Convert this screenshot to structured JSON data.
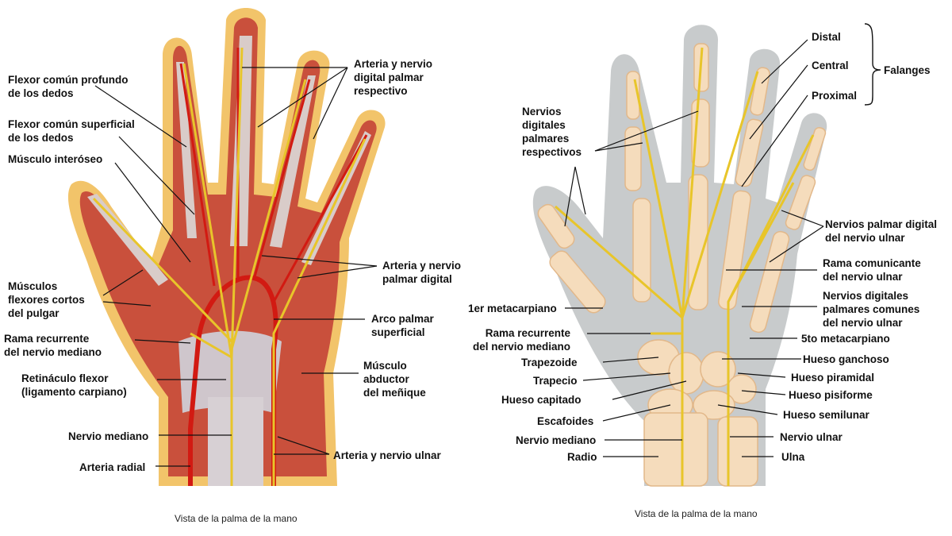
{
  "left_panel": {
    "caption": "Vista de la palma de la mano",
    "labels": {
      "flexor_profundo": "Flexor común profundo\nde los dedos",
      "flexor_superficial": "Flexor común superficial\nde los dedos",
      "interoseo": "Músculo interóseo",
      "flexores_cortos": "Músculos\nflexores cortos\ndel pulgar",
      "rama_recurrente": "Rama recurrente\ndel nervio mediano",
      "retinaculo": "Retináculo flexor\n(ligamento carpiano)",
      "nervio_mediano": "Nervio mediano",
      "arteria_radial": "Arteria radial",
      "arteria_digital_palmar_respectivo": "Arteria y nervio\ndigital palmar\nrespectivo",
      "arteria_palmar_digital": "Arteria y nervio\npalmar digital",
      "arco_palmar": "Arco palmar\nsuperficial",
      "abductor_menique": "Músculo\nabductor\ndel meñique",
      "arteria_nervio_ulnar": "Arteria y nervio ulnar"
    }
  },
  "right_panel": {
    "caption": "Vista de la palma de la mano",
    "labels": {
      "distal": "Distal",
      "central": "Central",
      "proximal": "Proximal",
      "falanges": "Falanges",
      "nervios_digitales_respectivos": "Nervios\ndigitales\npalmares\nrespectivos",
      "palmar_digital_ulnar": "Nervios palmar digital\ndel nervio ulnar",
      "rama_comunicante": "Rama comunicante\ndel nervio ulnar",
      "digitales_comunes": "Nervios digitales\npalmares comunes\ndel nervio ulnar",
      "metacarpiano_5": "5to metacarpiano",
      "ganchoso": "Hueso ganchoso",
      "piramidal": "Hueso piramidal",
      "pisiforme": "Hueso pisiforme",
      "semilunar": "Hueso semilunar",
      "nervio_ulnar": "Nervio ulnar",
      "ulna": "Ulna",
      "metacarpiano_1": "1er metacarpiano",
      "rama_recurrente": "Rama recurrente\ndel nervio mediano",
      "trapezoide": "Trapezoide",
      "trapecio": "Trapecio",
      "capitado": "Hueso capitado",
      "escafoides": "Escafoides",
      "nervio_mediano": "Nervio mediano",
      "radio": "Radio"
    }
  },
  "colors": {
    "muscle": "#c9503c",
    "muscle_dark": "#9a2e22",
    "tendon": "#d9ccc9",
    "artery": "#d21a12",
    "nerve": "#e8c52a",
    "skin_outline": "#f2c46a",
    "bone": "#f5dcbc",
    "bone_shade": "#e2b88a",
    "hand_silhouette": "#c8cbcc"
  }
}
